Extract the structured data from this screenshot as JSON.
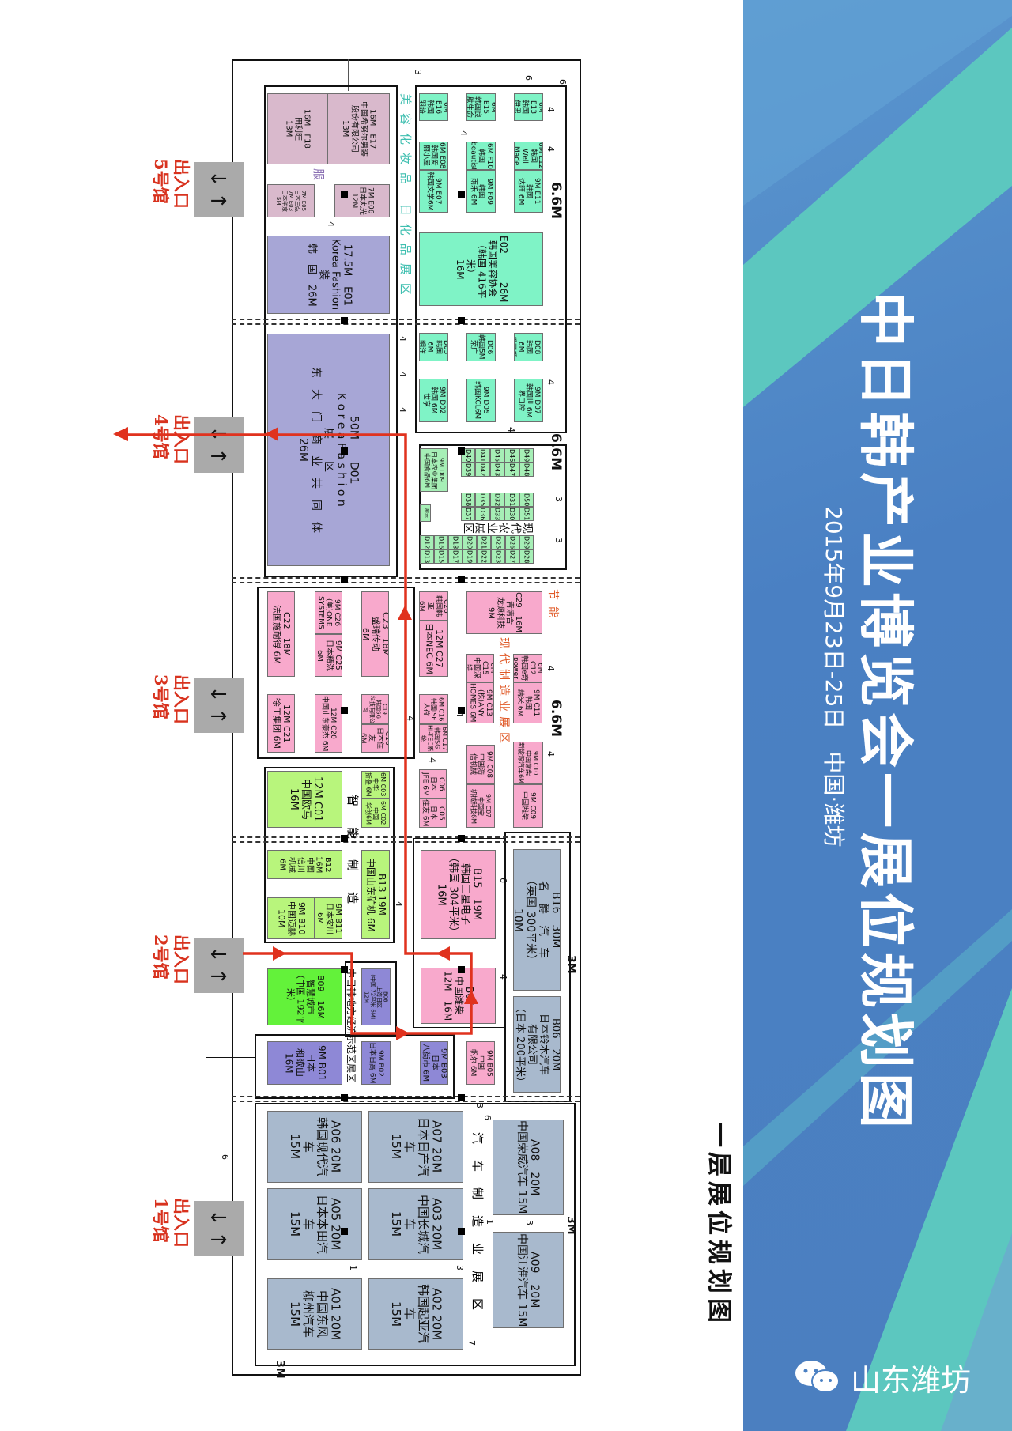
{
  "title": "中日韩产业博览会一展位规划图",
  "date_location": "2015年9月23日-25日　中国·潍坊",
  "logo_text": "山东潍坊",
  "subtitle": "一层展位规划图",
  "colors": {
    "route": "#e0321e",
    "panel_blue": "#4a80c3",
    "panel_teal": "#5cc7bf"
  },
  "entrances": [
    {
      "line1": "出入口",
      "line2": "5号馆",
      "icon": "two-way-arrow-icon"
    },
    {
      "line1": "出入口",
      "line2": "4号馆",
      "icon": "two-way-arrow-icon"
    },
    {
      "line1": "出入口",
      "line2": "3号馆",
      "icon": "two-way-arrow-icon"
    },
    {
      "line1": "出入口",
      "line2": "2号馆",
      "icon": "two-way-arrow-icon"
    },
    {
      "line1": "出入口",
      "line2": "1号馆",
      "icon": "two-way-arrow-icon"
    }
  ],
  "arrow_left": "←",
  "arrow_right": "→",
  "zones": {
    "cosmetics": "美容化妆品 日化品展区",
    "clothing": "服",
    "agriculture": "现代农业展区",
    "energy": "节能",
    "manufacturing": "现代制造业展区",
    "smart": "智能制造",
    "local": "中日韩地方经济示范区展区",
    "auto": "汽车制造业展区"
  },
  "dims": [
    "6.6M",
    "6.6M",
    "6.6M",
    "3M",
    "3M",
    "3M",
    "3"
  ],
  "aisle_numbers": [
    "6",
    "4",
    "4",
    "4",
    "4",
    "4",
    "6",
    "4",
    "4",
    "4",
    "4",
    "3",
    "3",
    "4",
    "4",
    "4",
    "4",
    "4",
    "4",
    "6",
    "4",
    "6",
    "6",
    "3",
    "3",
    "1",
    "1",
    "3",
    "7"
  ],
  "booths": {
    "E13": "6M E13\n韩国\n伊思",
    "E15": "6M E15\n韩国良\n肤生命",
    "E16": "6M E16\n韩国\n羽绮",
    "E12": "6M E12\n韩国Well\nMade",
    "E11": "9M E11\n韩国\n达旺 6M",
    "F10": "6M F10\n韩国\nbeautist",
    "F09": "9M F09\n韩国\n雨禾 6M",
    "E08": "6M E08\n韩国爱\n丽小屋",
    "E07": "9M E07\n韩国文学6M",
    "E02": "E02　　　26M\n韩国美容协会\n（韩国 416平米）\n16M",
    "D08": "6M D08\n韩国 6M\n爱可爱",
    "D06": "D06\n韩国5M\n荣广",
    "D03": "D03\n韩国 6M\n明洋",
    "D07": "9M D07\n韩国世 6M\n界口腔",
    "D05": "9M D05\n韩国KCL6M",
    "D02": "9M D02\n韩国 6M\n世享",
    "E17": "16M　E17\n中国希努尔男装\n股份有限公司\n13M",
    "F18": "16M　F18\n田利旺\n13M",
    "E06": "7M E06\n日本丸光\n12M",
    "E05": "7M E05\n日本三弘\n7M E03\n日本华京 5M",
    "E01": "17.5M　E01\nKorea Fashion\n装\n韩　国　26M",
    "D01": "50M　　D01\nK o r e a  F a s h i o n\n展　　区\n东　大　门　商　业　共　同　体\n26M",
    "D09": "9M D09\n日本农业集团\n中国食品6M",
    "D57": "展示",
    "C29": "C29　16M\n青清合\n龙源科技\n9M",
    "C28": "C28\n韩国韩亚\n6M",
    "C27": "12M C27\n日本NEC 6M",
    "C23": "C23　18M\n盛瑞传动\n6M",
    "C26": "9M C26\n(美)ONE\nSYSTEMS",
    "C25": "9M C25\n日本精洗\n6M",
    "C22": "C22　18M\n法国施耐得 6M",
    "C21": "12M C21\n徐工集团 6M",
    "C20": "12M C20\n中国山东豪杰 6M",
    "C19": "C19\n韩国SG\n科技有限公司",
    "C18": "C18\n日本住友\n6M",
    "C12": "6M C12\n韩国e奇\npower",
    "C11": "9M C11\n韩国\n纳米 6M",
    "C15": "6M C15\n中国深特",
    "C13": "9M C13\n(株)ANY\nHOMES 6M",
    "C16": "6M C16\n韩国ISE\n人荷",
    "C17": "6M C17\n韩国SG\nHi-TEC系统",
    "C10": "9M C10\n中国常柴\n新能源汽车6M",
    "C09": "9M C09\n中国潍柴",
    "C08": "9M C08\n中国浩\n信机械",
    "C07": "9M C07\n中国宝\n机械科技6M",
    "C06": "C06\n日本\nJFE 6M",
    "C05": "C05\n日本\n住友 6M",
    "C01": "12M C01\n中国欧马\n16M",
    "C03": "6M C03\n中华\n折叠 6M",
    "C02": "6M C02\n中国\n华创6M",
    "B12": "B12 16M\n中国\n信川\n机械 6M",
    "B13": "B13 19M\n中国山东矿机 6M",
    "B11": "9M B11\n日本安川\n6M",
    "B10": "9M B10\n中国迈赫\n10M",
    "B09": "B09　16M\n智慧城市\n（中国 192平米）",
    "B08": "B08\n上海日区\n（中国 72平米 6M）\n12M",
    "B01": "9M B01\n日本\n和歌山\n16M",
    "B02": "9M B02\n日本日高 6M",
    "B03": "9M B03\n日本\n八街市 6M",
    "B15": "B15　19M\n韩国三星电子\n（韩国 304平米）\n16M",
    "B07": "B07\n中国潍柴\n12M　16M",
    "B05": "9M B05\n中国\n帆尔 6M",
    "B16": "B16　30M\n名　爵　汽　车\n（英国 300平米）\n10M",
    "B06": "B06　20M\n日本铃木汽车\n有限公司\n（日本 200平米）",
    "A06": "A06 20M\n韩国现代汽车\n15M",
    "A07": "A07 20M\n日本日产汽车\n15M",
    "A05": "A05 20M\n日本本田汽车\n15M",
    "A03": "A03 20M\n中国长城汽车\n15M",
    "A01": "A01 20M\n中国东风\n柳州汽车\n15M",
    "A02": "A02 20M\n韩国起亚汽车\n15M",
    "A08": "A08　20M\n中国荣威汽车 15M",
    "A09": "A09　20M\n中国江淮汽车 15M"
  },
  "d_grid": {
    "top": [
      [
        "D49",
        "D48"
      ],
      [
        "D46",
        "D47"
      ],
      [
        "D45",
        "D43"
      ],
      [
        "D41",
        "D42"
      ],
      [
        "D40",
        "D39"
      ]
    ],
    "middle": [
      [
        "D50",
        "D51"
      ],
      [
        "D31",
        "D30"
      ],
      [
        "D32",
        "D33"
      ],
      [
        "D35",
        "D36"
      ],
      [
        "D38",
        "D37"
      ]
    ],
    "bottom": [
      [
        "D29",
        "D28"
      ],
      [
        "D26",
        "D27"
      ],
      [
        "D25",
        "D23"
      ],
      [
        "D21",
        "D22"
      ],
      [
        "D20",
        "D19"
      ],
      [
        "D18",
        "D17"
      ],
      [
        "D16",
        "D15"
      ],
      [
        "D12",
        "D13"
      ]
    ]
  }
}
